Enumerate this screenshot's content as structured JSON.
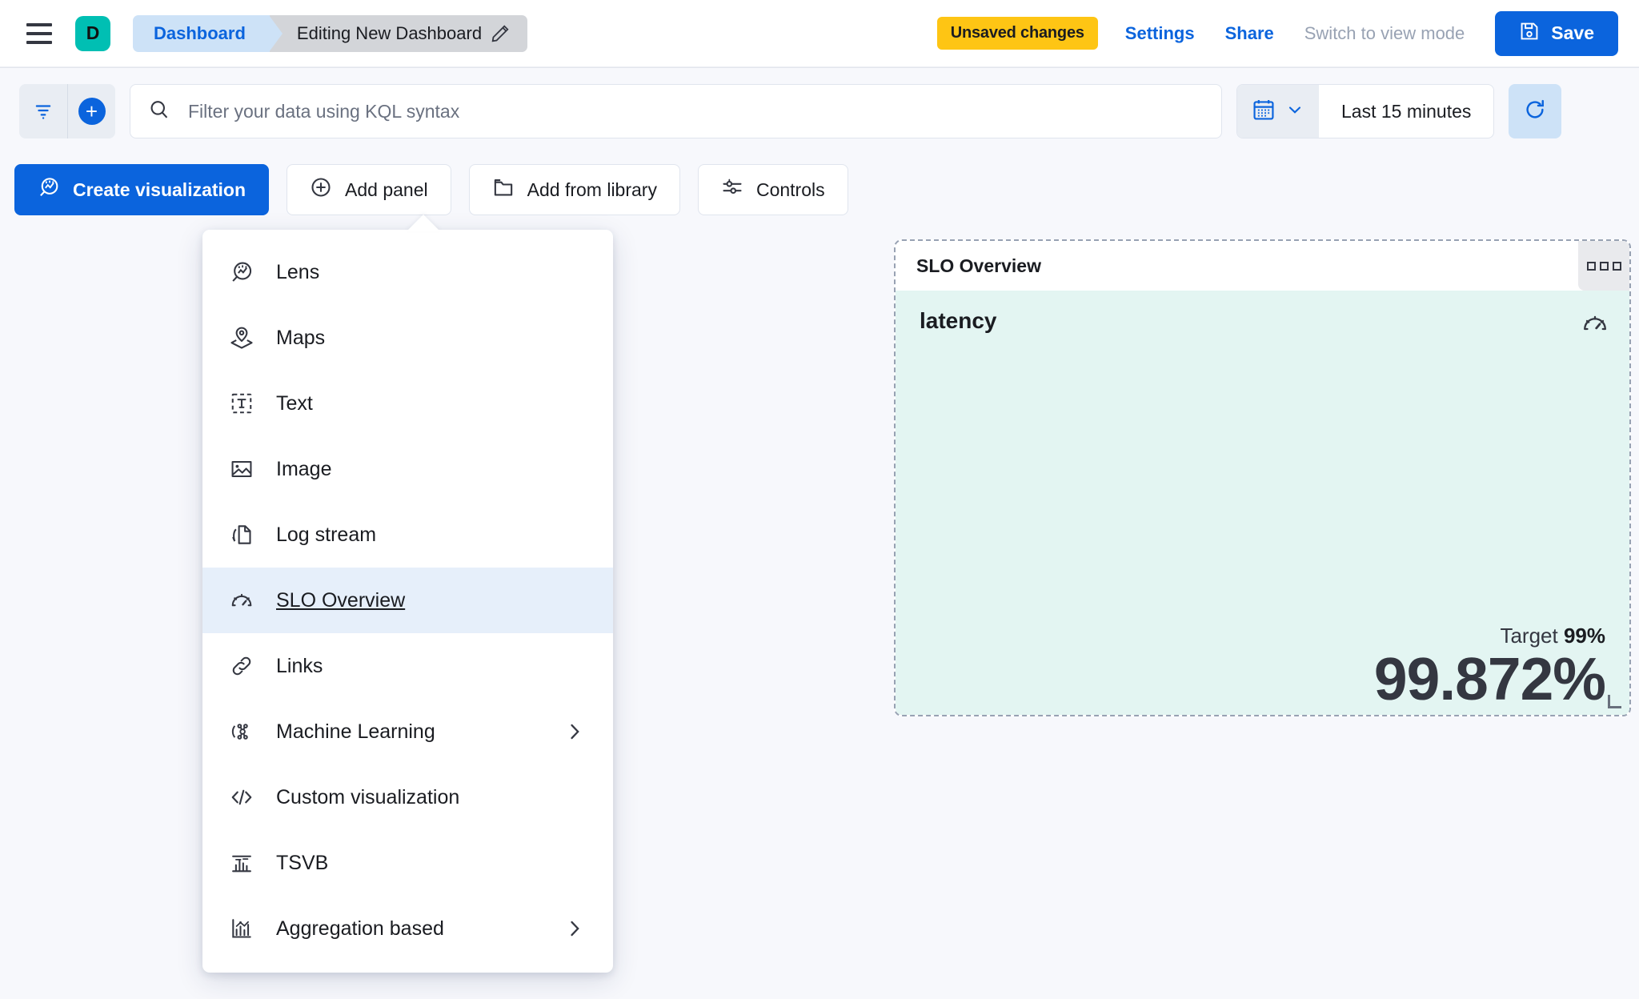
{
  "topnav": {
    "menu_icon": "hamburger-icon",
    "avatar_letter": "D",
    "breadcrumbs": [
      {
        "label": "Dashboard",
        "icon": ""
      },
      {
        "label": "Editing New Dashboard",
        "icon": "pencil-icon"
      }
    ],
    "unsaved_badge": "Unsaved changes",
    "settings_label": "Settings",
    "share_label": "Share",
    "view_mode_label": "Switch to view mode",
    "save_label": "Save",
    "save_icon": "floppy-disk-icon"
  },
  "querybar": {
    "filter_icon": "filter-icon",
    "add_filter_icon": "plus-circle-icon",
    "search_icon": "search-icon",
    "search_placeholder": "Filter your data using KQL syntax",
    "search_value": "",
    "calendar_icon": "calendar-icon",
    "calendar_chevron": "chevron-down-icon",
    "time_range": "Last 15 minutes",
    "refresh_icon": "refresh-icon"
  },
  "toolbar": {
    "buttons": [
      {
        "label": "Create visualization",
        "icon": "lens-icon",
        "primary": true
      },
      {
        "label": "Add panel",
        "icon": "plus-circle-outline-icon",
        "primary": false
      },
      {
        "label": "Add from library",
        "icon": "folder-icon",
        "primary": false
      },
      {
        "label": "Controls",
        "icon": "sliders-icon",
        "primary": false
      }
    ]
  },
  "add_panel_menu": {
    "items": [
      {
        "label": "Lens",
        "icon": "lens-icon",
        "selected": false,
        "submenu": false
      },
      {
        "label": "Maps",
        "icon": "map-marker-layers-icon",
        "selected": false,
        "submenu": false
      },
      {
        "label": "Text",
        "icon": "text-box-icon",
        "selected": false,
        "submenu": false
      },
      {
        "label": "Image",
        "icon": "image-icon",
        "selected": false,
        "submenu": false
      },
      {
        "label": "Log stream",
        "icon": "log-stream-icon",
        "selected": false,
        "submenu": false
      },
      {
        "label": "SLO Overview",
        "icon": "gauge-icon",
        "selected": true,
        "submenu": false
      },
      {
        "label": "Links",
        "icon": "link-icon",
        "selected": false,
        "submenu": false
      },
      {
        "label": "Machine Learning",
        "icon": "machine-learning-icon",
        "selected": false,
        "submenu": true
      },
      {
        "label": "Custom visualization",
        "icon": "code-icon",
        "selected": false,
        "submenu": false
      },
      {
        "label": "TSVB",
        "icon": "tsvb-chart-icon",
        "selected": false,
        "submenu": false
      },
      {
        "label": "Aggregation based",
        "icon": "aggregation-chart-icon",
        "selected": false,
        "submenu": true
      }
    ]
  },
  "slo_panel": {
    "title": "SLO Overview",
    "context_menu_icon": "grip-horizontal-icon",
    "metric_name": "latency",
    "gauge_icon": "gauge-icon",
    "target_label": "Target",
    "target_value": "99%",
    "sli_value": "99.872%",
    "resize_handle_icon": "resize-handle-icon"
  },
  "colors": {
    "accent_blue": "#0B64DD",
    "avatar_teal": "#00BFB3",
    "warning_yellow": "#FEC514",
    "panel_bg_green": "#E3F5F2",
    "page_bg": "#F7F8FC"
  }
}
